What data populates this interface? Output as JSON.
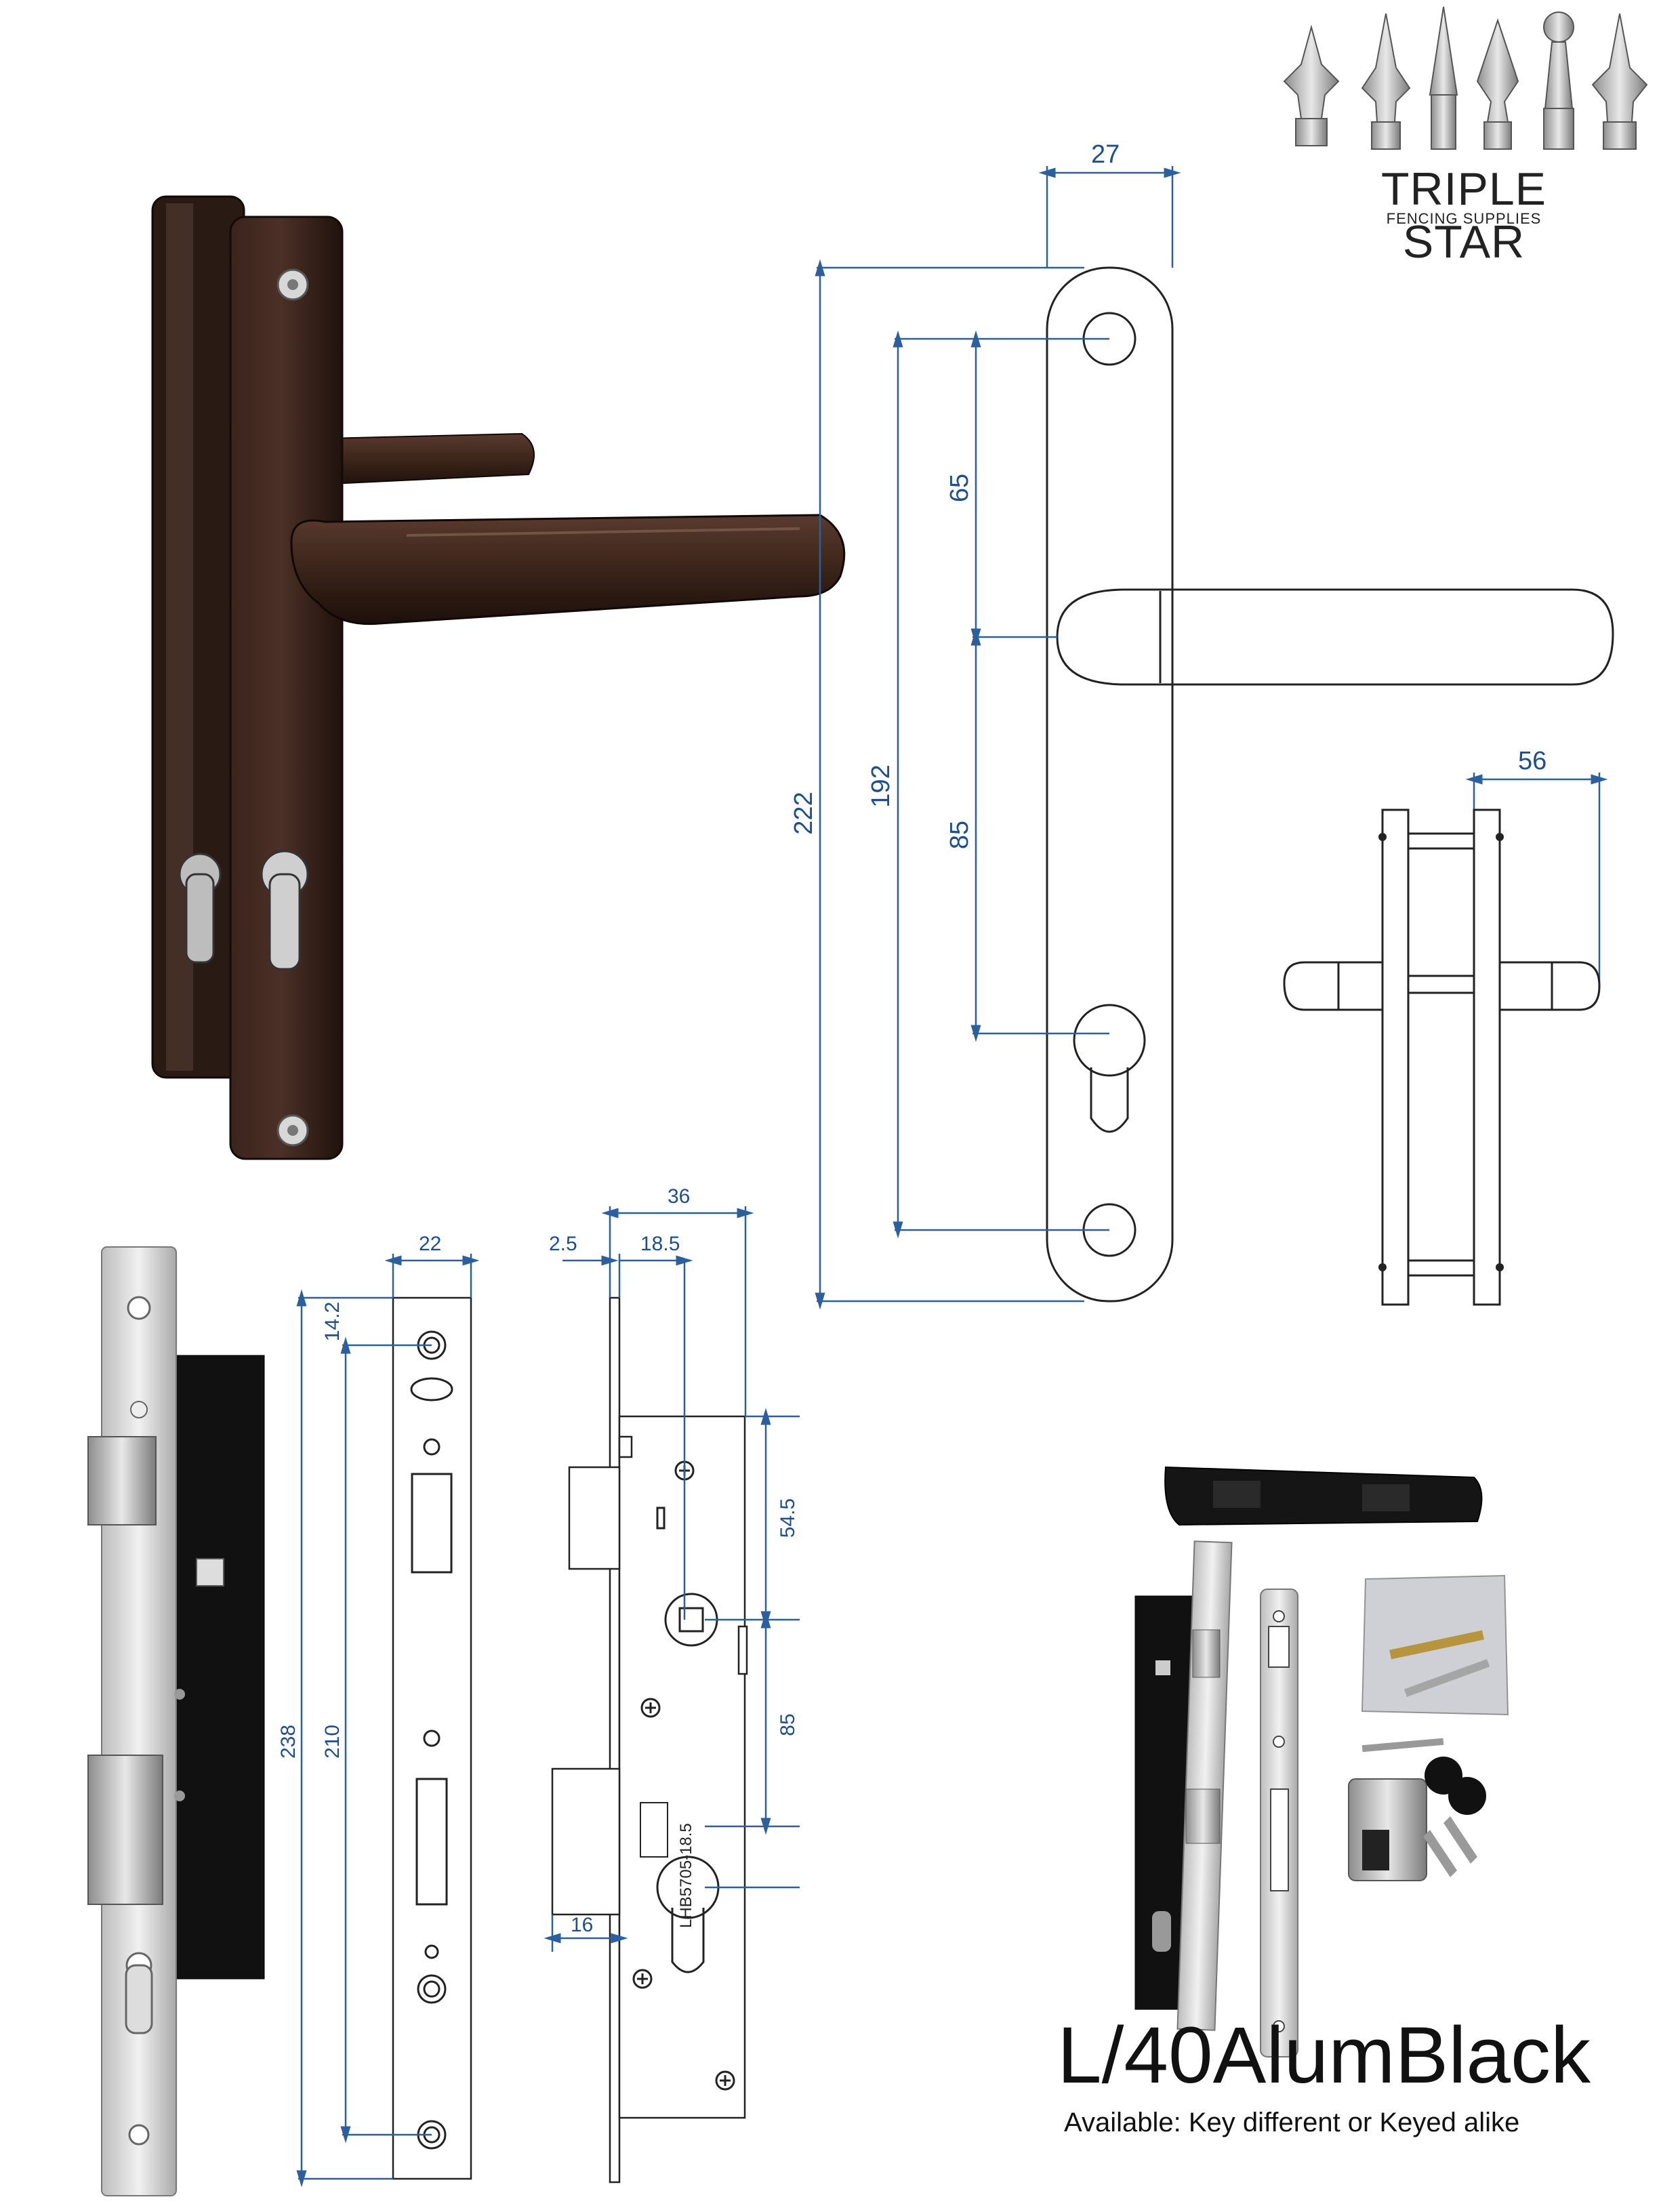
{
  "brand": {
    "name": "TRIPLE STAR",
    "tagline": "FENCING SUPPLIES"
  },
  "product": {
    "model": "L/40AlumBlack",
    "availability": "Available: Key different or Keyed alike"
  },
  "handle_dimensions": {
    "plate_width": "27",
    "overall_length": "222",
    "screw_centres": "192",
    "top_to_lever": "65",
    "lever_to_cylinder": "85",
    "projection": "56"
  },
  "lock_dimensions": {
    "faceplate_width": "22",
    "faceplate_length": "238",
    "screw_spacing": "210",
    "top_offset": "14.2",
    "case_depth": "36",
    "face_thickness": "2.5",
    "backset": "18.5",
    "top_to_follower": "54.5",
    "follower_to_cylinder": "85",
    "bolt_offset": "16",
    "case_label": "LHB5705-18.5"
  },
  "colors": {
    "dimension": "#1d4f8f",
    "handle_dark": "#2e1a14",
    "outline": "#222222"
  }
}
